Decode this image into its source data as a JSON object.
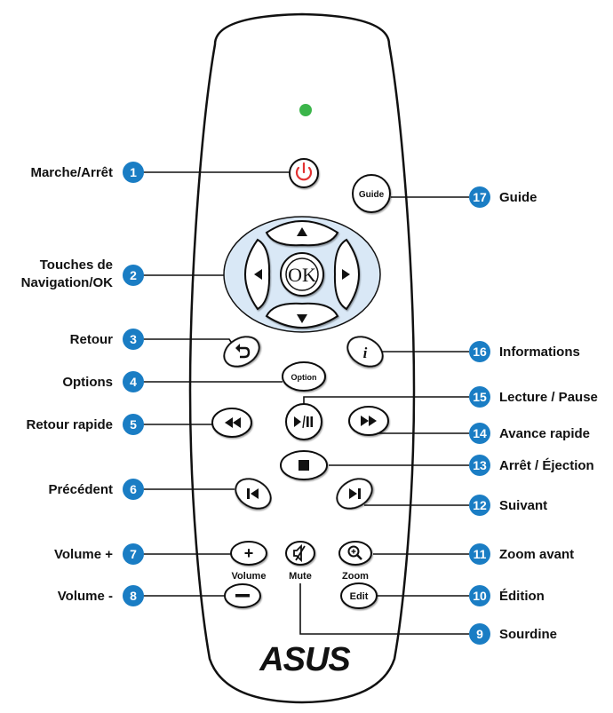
{
  "remote": {
    "brand": "ASUS",
    "buttons": {
      "guide": "Guide",
      "ok": "OK",
      "option": "Option",
      "edit": "Edit",
      "volume": "Volume",
      "mute": "Mute",
      "zoom": "Zoom",
      "plus": "+",
      "minus": "−"
    }
  },
  "callouts": [
    {
      "n": "1",
      "label": "Marche/Arrêt"
    },
    {
      "n": "2",
      "label_line1": "Touches de",
      "label_line2": "Navigation/OK"
    },
    {
      "n": "3",
      "label": "Retour"
    },
    {
      "n": "4",
      "label": "Options"
    },
    {
      "n": "5",
      "label": "Retour rapide"
    },
    {
      "n": "6",
      "label": "Précédent"
    },
    {
      "n": "7",
      "label": "Volume +"
    },
    {
      "n": "8",
      "label": "Volume -"
    },
    {
      "n": "9",
      "label": "Sourdine"
    },
    {
      "n": "10",
      "label": "Édition"
    },
    {
      "n": "11",
      "label": "Zoom avant"
    },
    {
      "n": "12",
      "label": "Suivant"
    },
    {
      "n": "13",
      "label": "Arrêt / Éjection"
    },
    {
      "n": "14",
      "label": "Avance rapide"
    },
    {
      "n": "15",
      "label": "Lecture / Pause"
    },
    {
      "n": "16",
      "label": "Informations"
    },
    {
      "n": "17",
      "label": "Guide"
    }
  ],
  "colors": {
    "callout_blue": "#1a7dc4",
    "nav_ring": "#d9e8f6",
    "power_red": "#e23232",
    "led_green": "#3bb54a"
  }
}
